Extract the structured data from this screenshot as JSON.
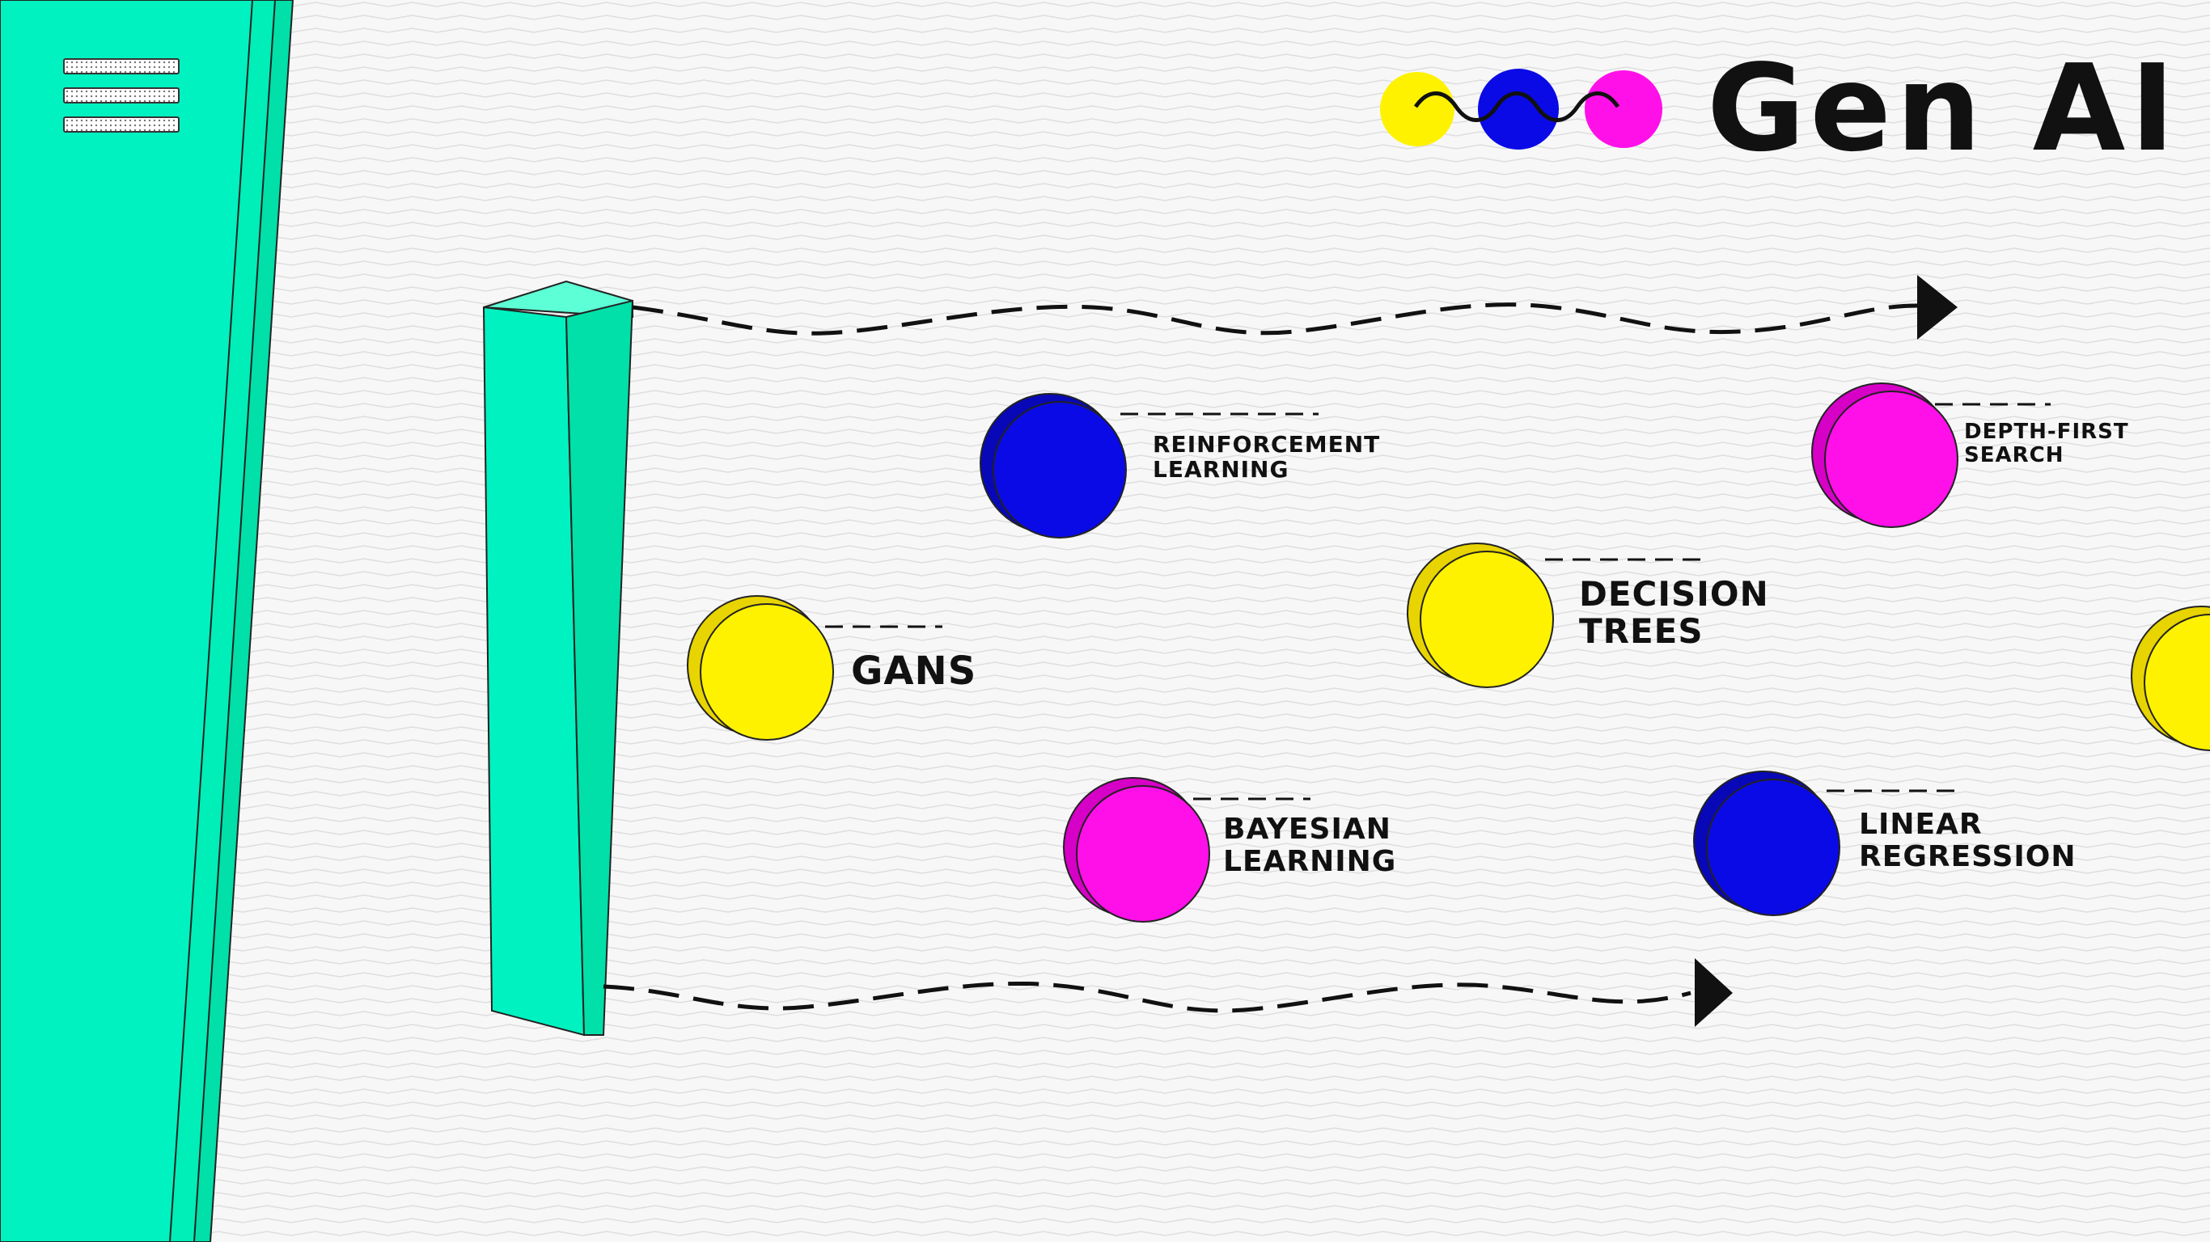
{
  "header": {
    "menu_icon": "hamburger-menu-icon",
    "brand_title": "Gen AI",
    "brand_dots": [
      {
        "color": "#fff200"
      },
      {
        "color": "#0a0ae6"
      },
      {
        "color": "#ff10e8"
      }
    ]
  },
  "colors": {
    "background": "#f7f7f7",
    "panel": "#00f2c0",
    "panel_edge": "#00e0a8",
    "yellow": "#fff200",
    "blue": "#0a0ae6",
    "magenta": "#ff10e8",
    "ink": "#111111"
  },
  "nodes": [
    {
      "id": "reinforcement-learning",
      "color": "blue",
      "lines": [
        "REINFORCEMENT",
        "LEARNING"
      ]
    },
    {
      "id": "gans",
      "color": "yellow",
      "lines": [
        "GANS"
      ]
    },
    {
      "id": "bayesian-learning",
      "color": "magenta",
      "lines": [
        "BAYESIAN",
        "LEARNING"
      ]
    },
    {
      "id": "decision-trees",
      "color": "yellow",
      "lines": [
        "DECISION",
        "TREES"
      ]
    },
    {
      "id": "linear-regression",
      "color": "blue",
      "lines": [
        "LINEAR",
        "REGRESSION"
      ]
    },
    {
      "id": "depth-first-search",
      "color": "magenta",
      "lines": [
        "DEPTH-FIRST",
        "SEARCH"
      ]
    },
    {
      "id": "offscreen-node",
      "color": "yellow",
      "lines": []
    }
  ]
}
